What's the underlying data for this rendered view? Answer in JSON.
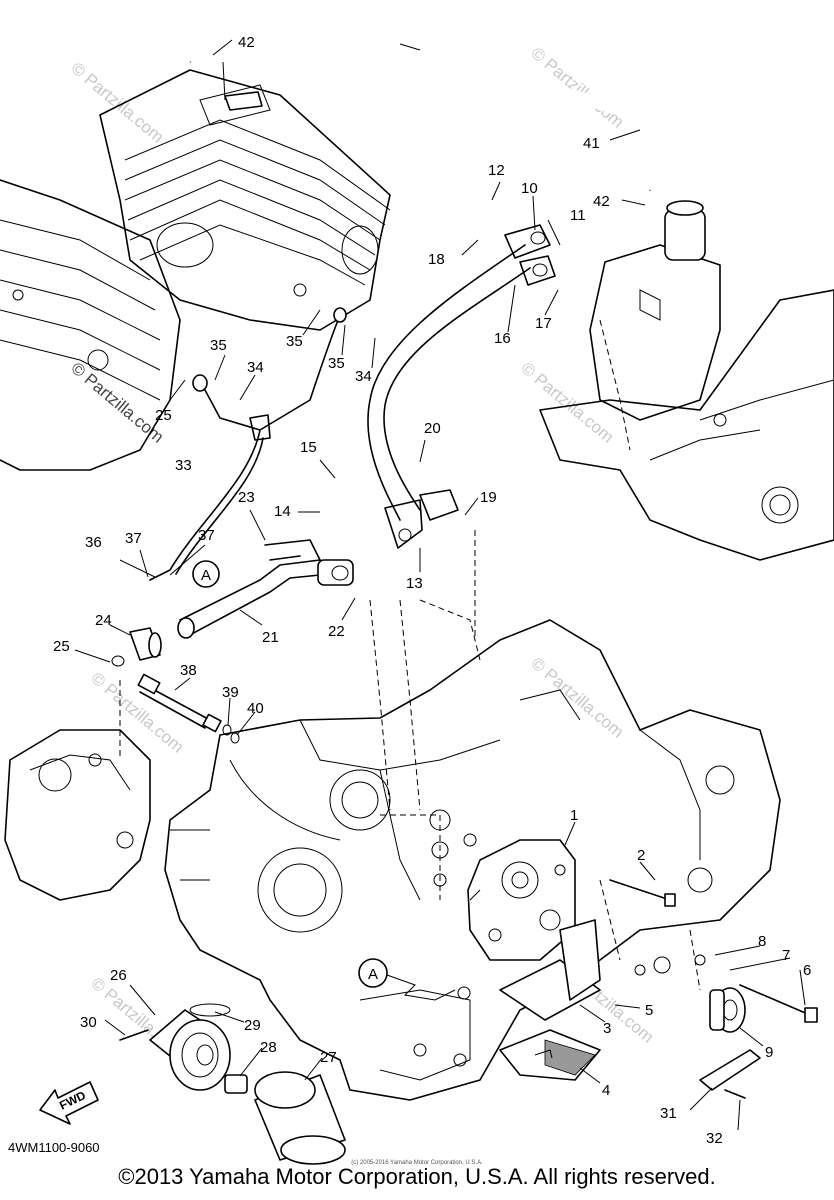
{
  "diagram_code": "4WM1100-9060",
  "copyright": "©2013 Yamaha Motor Corporation, U.S.A. All rights reserved.",
  "fine_print": "(c) 2005-2016 Yamaha Motor Corporation, U.S.A.",
  "fwd_label": "FWD",
  "ref_marker": "A",
  "watermark": "© Partzilla.com",
  "callouts": [
    "1",
    "2",
    "3",
    "4",
    "5",
    "6",
    "7",
    "8",
    "9",
    "10",
    "11",
    "12",
    "13",
    "14",
    "15",
    "16",
    "17",
    "18",
    "19",
    "20",
    "21",
    "22",
    "23",
    "24",
    "25",
    "26",
    "27",
    "28",
    "29",
    "30",
    "31",
    "32",
    "33",
    "34",
    "35",
    "36",
    "37",
    "38",
    "39",
    "40",
    "41",
    "42"
  ],
  "duplicate_callouts": {
    "35": 3,
    "37": 2,
    "42": 2
  }
}
